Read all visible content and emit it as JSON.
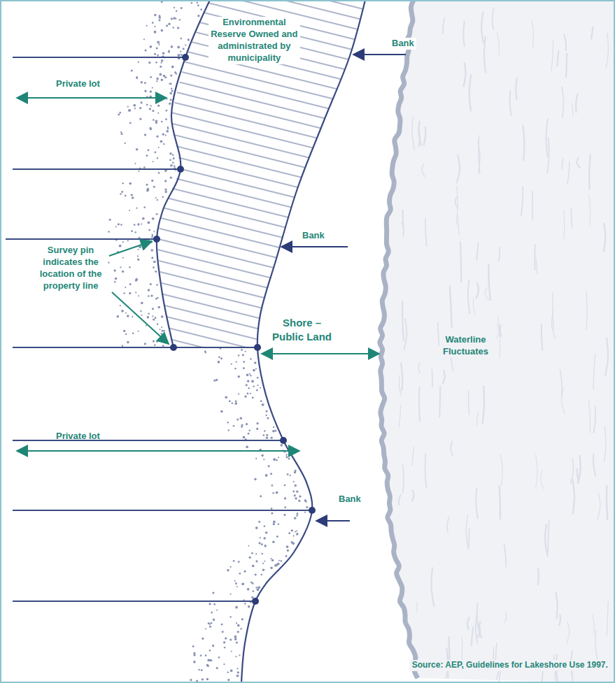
{
  "diagram": {
    "labels": [
      "Environmental Reserve Owned and administrated by municipality",
      "Bank",
      "Private lot",
      "Bank",
      "Survey pin indicates the location of the property line",
      "Shore – Public Land",
      "Waterline Fluctuates",
      "Private lot",
      "Bank",
      "Source: AEP, Guidelines for Lakeshore Use 1997."
    ]
  }
}
